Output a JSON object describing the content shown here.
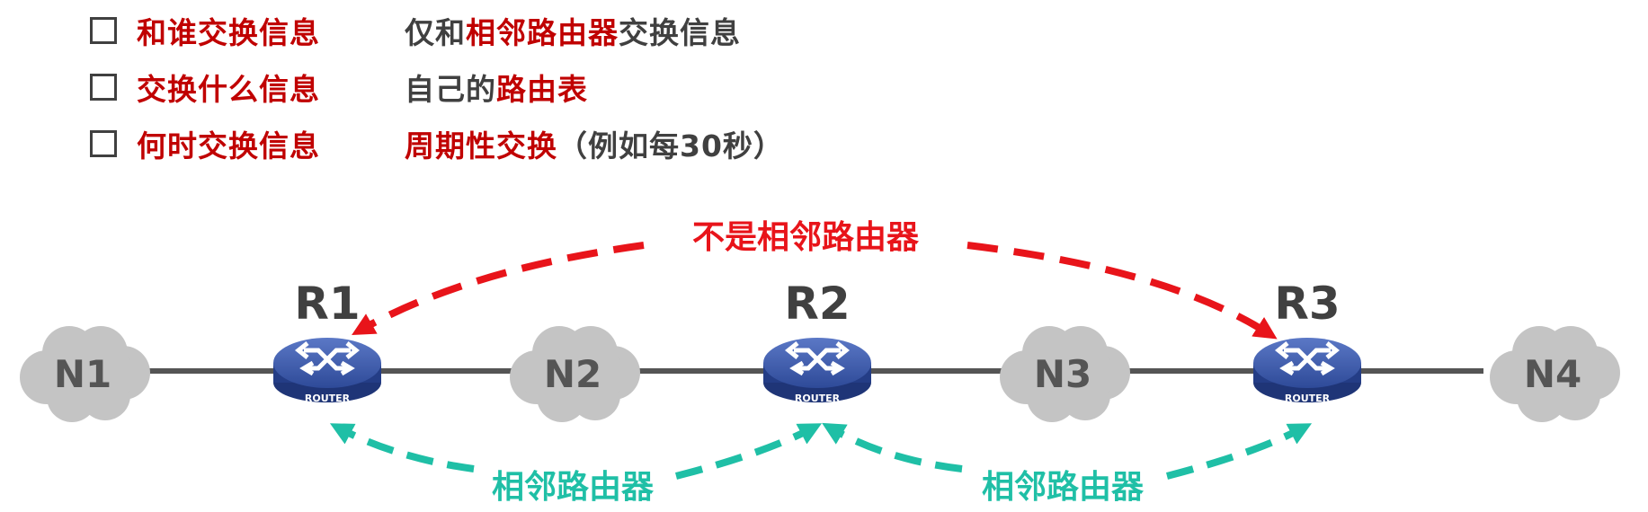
{
  "bullets": [
    {
      "question": "和谁交换信息",
      "answer_parts": [
        {
          "text": "仅和",
          "highlight": false
        },
        {
          "text": "相邻路由器",
          "highlight": true
        },
        {
          "text": "交换信息",
          "highlight": false
        }
      ]
    },
    {
      "question": "交换什么信息",
      "answer_parts": [
        {
          "text": "自己的",
          "highlight": false
        },
        {
          "text": "路由表",
          "highlight": true
        }
      ]
    },
    {
      "question": "何时交换信息",
      "answer_parts": [
        {
          "text": "周期性交换",
          "highlight": true
        },
        {
          "text": "（例如每30秒）",
          "highlight": false
        }
      ]
    }
  ],
  "diagram": {
    "networks": [
      "N1",
      "N2",
      "N3",
      "N4"
    ],
    "routers": [
      {
        "name": "R1",
        "badge": "ROUTER"
      },
      {
        "name": "R2",
        "badge": "ROUTER"
      },
      {
        "name": "R3",
        "badge": "ROUTER"
      }
    ],
    "labels": {
      "not_neighbor": "不是相邻路由器",
      "neighbor_left": "相邻路由器",
      "neighbor_right": "相邻路由器"
    },
    "colors": {
      "red": "#e8141a",
      "teal": "#1fbfa6",
      "cloud": "#c4c4c4",
      "router_top": "#3d5aa8",
      "router_side": "#1f3577",
      "line": "#555555",
      "question_red": "#c00000"
    }
  }
}
